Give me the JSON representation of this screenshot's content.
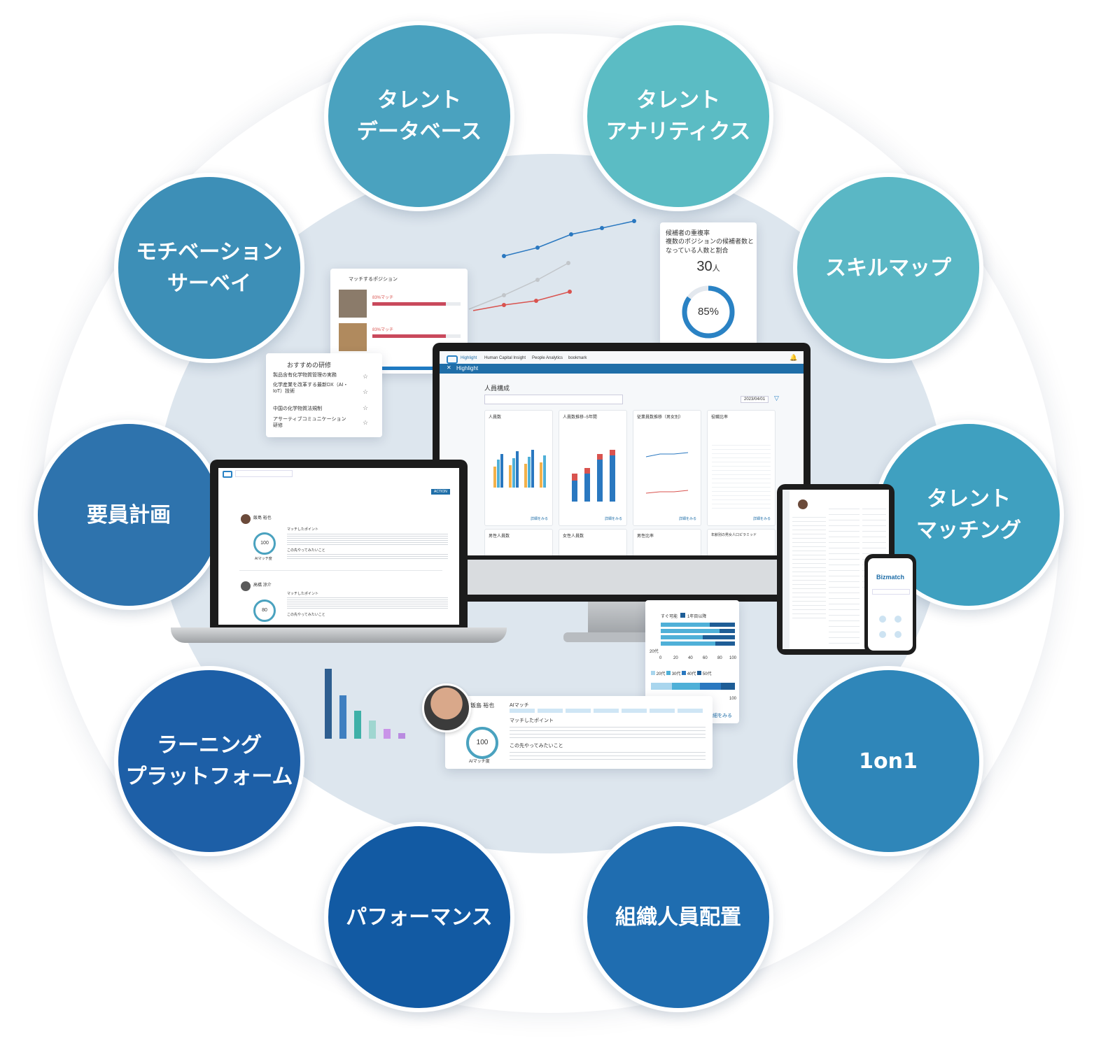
{
  "modules": {
    "talent_database": "タレント\nデータベース",
    "talent_analytics": "タレント\nアナリティクス",
    "motivation_survey": "モチベーション\nサーベイ",
    "skill_map": "スキルマップ",
    "headcount_planning": "要員計画",
    "talent_matching": "タレント\nマッチング",
    "learning_platform": "ラーニング\nプラットフォーム",
    "one_on_one": "1on1",
    "performance": "パフォーマンス",
    "org_assignment": "組織人員配置"
  },
  "candidate_card": {
    "title": "候補者の重複率",
    "subtitle": "複数のポジションの候補者数と\nなっている人数と割合",
    "count": "30",
    "count_unit": "人",
    "percent_label": "85%",
    "percent_value": 85
  },
  "positions_card": {
    "title": "マッチするポジション",
    "items": [
      {
        "match": "83%マッチ",
        "fill": 0.83
      },
      {
        "match": "83%マッチ",
        "fill": 0.83
      }
    ]
  },
  "training_card": {
    "title": "おすすめの研修",
    "items": [
      "製品含有化学物質管理の実務",
      "化学産業を改革する最新DX（AI・IoT）技術",
      "中国の化学物質法規制",
      "アサーティブコミュニケーション研修"
    ]
  },
  "monitor_app": {
    "nav": [
      "Highlight",
      "Human Capital Insight",
      "People Analytics",
      "bookmark"
    ],
    "header": "Highlight",
    "page_title": "人員構成",
    "date": "2023/04/01",
    "widgets": [
      "人員数",
      "人員数推移−5年間",
      "従業員数推移（男女別）",
      "役職比率"
    ],
    "widgets_row2": [
      "男性人員数",
      "女性人員数",
      "男性比率",
      "年齢別の男女人口ピラミッド"
    ],
    "detail_link": "詳細をみる"
  },
  "laptop_app": {
    "profiles": [
      {
        "name": "飯島 裕也",
        "score": "100",
        "score_label": "AIマッチ度",
        "section1": "マッチしたポイント",
        "section2": "この先やってみたいこと"
      },
      {
        "name": "高橋 涼介",
        "score": "80",
        "score_label": "AIマッチ度",
        "section1": "マッチしたポイント",
        "section2": "この先やってみたいこと"
      }
    ],
    "action": "ACTION"
  },
  "profile_card": {
    "name": "飯島 裕也",
    "ai_match": "AIマッチ",
    "score": "100",
    "score_label": "AIマッチ度",
    "section1": "マッチしたポイント",
    "section2": "この先やってみたいこと"
  },
  "pyramid_card": {
    "legend_top": [
      "すぐ可能",
      "1年目以降"
    ],
    "row_label": "20代",
    "x_ticks": [
      "0",
      "20",
      "40",
      "60",
      "80",
      "100"
    ],
    "legend_bottom": [
      "20代",
      "30代",
      "40代",
      "50代"
    ],
    "detail_link": "詳細をみる"
  },
  "phone_app": {
    "brand": "Bizmatch"
  },
  "colors": {
    "primary": "#1f6ea8",
    "accent": "#4aa2bf",
    "red": "#d9534f"
  }
}
